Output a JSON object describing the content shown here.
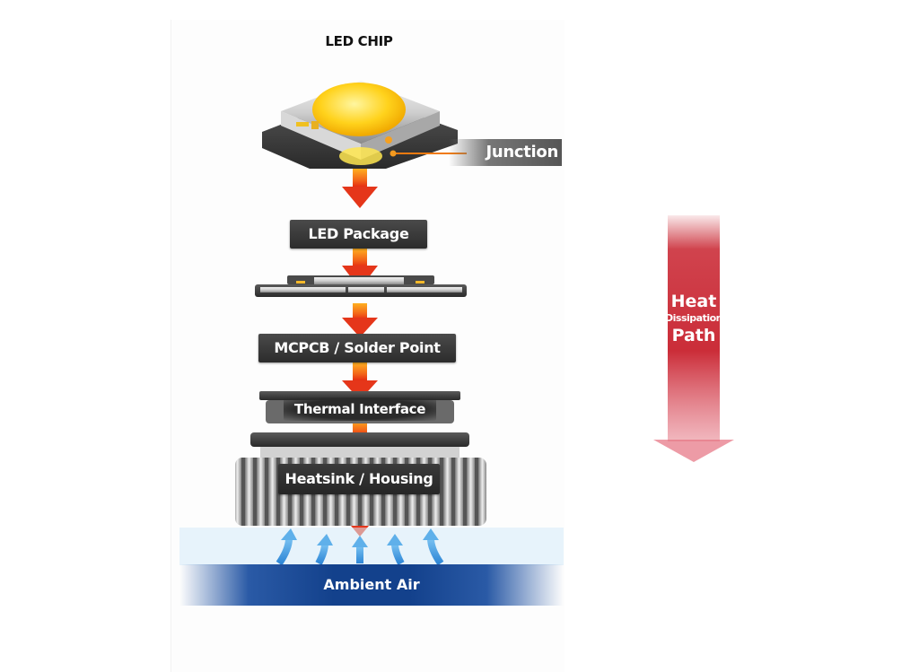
{
  "diagram": {
    "title": "LED CHIP",
    "junction_label": "Junction",
    "layers": [
      {
        "label": "LED Package"
      },
      {
        "label": "MCPCB / Solder Point"
      },
      {
        "label": "Thermal Interface"
      },
      {
        "label": "Heatsink / Housing"
      }
    ],
    "ambient_label": "Ambient Air",
    "side_arrow": {
      "line1": "Heat",
      "line2": "Dissipation",
      "line3": "Path"
    },
    "colors": {
      "heat_arrow": "#f06a1e",
      "side_arrow": "#c8222e",
      "ambient": "#13418c",
      "airflow": "#4ba3e6",
      "label_box": "#333333"
    }
  }
}
